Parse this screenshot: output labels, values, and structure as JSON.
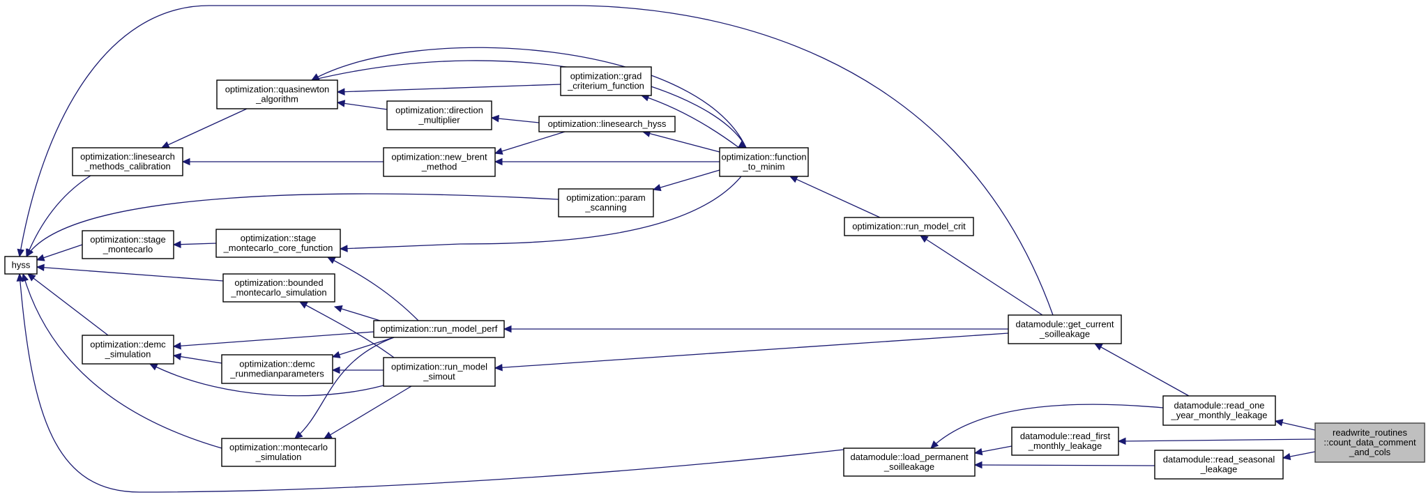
{
  "colors": {
    "edge": "#191970",
    "node_fill": "#ffffff",
    "node_border": "#000000",
    "focus_fill": "#bfbfbf"
  },
  "nodes": [
    {
      "id": "hyss",
      "lines": [
        "hyss"
      ]
    },
    {
      "id": "linesearch_methods_calibration",
      "lines": [
        "optimization::linesearch",
        "_methods_calibration"
      ]
    },
    {
      "id": "quasinewton_algorithm",
      "lines": [
        "optimization::quasinewton",
        "_algorithm"
      ]
    },
    {
      "id": "grad_criterium_function",
      "lines": [
        "optimization::grad",
        "_criterium_function"
      ]
    },
    {
      "id": "direction_multiplier",
      "lines": [
        "optimization::direction",
        "_multiplier"
      ]
    },
    {
      "id": "linesearch_hyss",
      "lines": [
        "optimization::linesearch_hyss"
      ]
    },
    {
      "id": "new_brent_method",
      "lines": [
        "optimization::new_brent",
        "_method"
      ]
    },
    {
      "id": "function_to_minim",
      "lines": [
        "optimization::function",
        "_to_minim"
      ]
    },
    {
      "id": "param_scanning",
      "lines": [
        "optimization::param",
        "_scanning"
      ]
    },
    {
      "id": "stage_montecarlo",
      "lines": [
        "optimization::stage",
        "_montecarlo"
      ]
    },
    {
      "id": "stage_montecarlo_core_function",
      "lines": [
        "optimization::stage",
        "_montecarlo_core_function"
      ]
    },
    {
      "id": "run_model_crit",
      "lines": [
        "optimization::run_model_crit"
      ]
    },
    {
      "id": "bounded_montecarlo_simulation",
      "lines": [
        "optimization::bounded",
        "_montecarlo_simulation"
      ]
    },
    {
      "id": "run_model_perf",
      "lines": [
        "optimization::run_model_perf"
      ]
    },
    {
      "id": "get_current_soilleakage",
      "lines": [
        "datamodule::get_current",
        "_soilleakage"
      ]
    },
    {
      "id": "demc_simulation",
      "lines": [
        "optimization::demc",
        "_simulation"
      ]
    },
    {
      "id": "demc_runmedianparameters",
      "lines": [
        "optimization::demc",
        "_runmedianparameters"
      ]
    },
    {
      "id": "run_model_simout",
      "lines": [
        "optimization::run_model",
        "_simout"
      ]
    },
    {
      "id": "read_one_year_monthly_leakage",
      "lines": [
        "datamodule::read_one",
        "_year_monthly_leakage"
      ]
    },
    {
      "id": "read_first_monthly_leakage",
      "lines": [
        "datamodule::read_first",
        "_monthly_leakage"
      ]
    },
    {
      "id": "count_data_comment_and_cols",
      "lines": [
        "readwrite_routines",
        "::count_data_comment",
        "_and_cols"
      ]
    },
    {
      "id": "montecarlo_simulation",
      "lines": [
        "optimization::montecarlo",
        "_simulation"
      ]
    },
    {
      "id": "load_permanent_soilleakage",
      "lines": [
        "datamodule::load_permanent",
        "_soilleakage"
      ]
    },
    {
      "id": "read_seasonal_leakage",
      "lines": [
        "datamodule::read_seasonal",
        "_leakage"
      ]
    }
  ],
  "edges": [
    {
      "from": "linesearch_methods_calibration",
      "to": "hyss"
    },
    {
      "from": "quasinewton_algorithm",
      "to": "linesearch_methods_calibration"
    },
    {
      "from": "grad_criterium_function",
      "to": "quasinewton_algorithm"
    },
    {
      "from": "direction_multiplier",
      "to": "quasinewton_algorithm"
    },
    {
      "from": "linesearch_hyss",
      "to": "direction_multiplier"
    },
    {
      "from": "linesearch_hyss",
      "to": "new_brent_method"
    },
    {
      "from": "new_brent_method",
      "to": "linesearch_methods_calibration"
    },
    {
      "from": "function_to_minim",
      "to": "grad_criterium_function"
    },
    {
      "from": "function_to_minim",
      "to": "linesearch_hyss"
    },
    {
      "from": "function_to_minim",
      "to": "new_brent_method"
    },
    {
      "from": "function_to_minim",
      "to": "param_scanning"
    },
    {
      "from": "function_to_minim",
      "to": "quasinewton_algorithm"
    },
    {
      "from": "function_to_minim",
      "to": "hyss"
    },
    {
      "from": "function_to_minim",
      "to": "stage_montecarlo_core_function"
    },
    {
      "from": "param_scanning",
      "to": "hyss"
    },
    {
      "from": "stage_montecarlo",
      "to": "hyss"
    },
    {
      "from": "stage_montecarlo_core_function",
      "to": "stage_montecarlo"
    },
    {
      "from": "run_model_crit",
      "to": "function_to_minim"
    },
    {
      "from": "get_current_soilleakage",
      "to": "run_model_crit"
    },
    {
      "from": "get_current_soilleakage",
      "to": "run_model_perf"
    },
    {
      "from": "get_current_soilleakage",
      "to": "run_model_simout"
    },
    {
      "from": "get_current_soilleakage",
      "to": "hyss"
    },
    {
      "from": "bounded_montecarlo_simulation",
      "to": "hyss"
    },
    {
      "from": "run_model_perf",
      "to": "stage_montecarlo_core_function"
    },
    {
      "from": "run_model_perf",
      "to": "bounded_montecarlo_simulation"
    },
    {
      "from": "run_model_perf",
      "to": "demc_simulation"
    },
    {
      "from": "run_model_perf",
      "to": "demc_runmedianparameters"
    },
    {
      "from": "run_model_perf",
      "to": "montecarlo_simulation"
    },
    {
      "from": "run_model_simout",
      "to": "bounded_montecarlo_simulation"
    },
    {
      "from": "run_model_simout",
      "to": "demc_runmedianparameters"
    },
    {
      "from": "run_model_simout",
      "to": "demc_simulation"
    },
    {
      "from": "run_model_simout",
      "to": "montecarlo_simulation"
    },
    {
      "from": "demc_simulation",
      "to": "hyss"
    },
    {
      "from": "demc_runmedianparameters",
      "to": "demc_simulation"
    },
    {
      "from": "montecarlo_simulation",
      "to": "hyss"
    },
    {
      "from": "read_one_year_monthly_leakage",
      "to": "get_current_soilleakage"
    },
    {
      "from": "read_one_year_monthly_leakage",
      "to": "load_permanent_soilleakage"
    },
    {
      "from": "read_first_monthly_leakage",
      "to": "load_permanent_soilleakage"
    },
    {
      "from": "load_permanent_soilleakage",
      "to": "hyss"
    },
    {
      "from": "read_seasonal_leakage",
      "to": "load_permanent_soilleakage"
    },
    {
      "from": "count_data_comment_and_cols",
      "to": "read_one_year_monthly_leakage"
    },
    {
      "from": "count_data_comment_and_cols",
      "to": "read_first_monthly_leakage"
    },
    {
      "from": "count_data_comment_and_cols",
      "to": "read_seasonal_leakage"
    }
  ]
}
